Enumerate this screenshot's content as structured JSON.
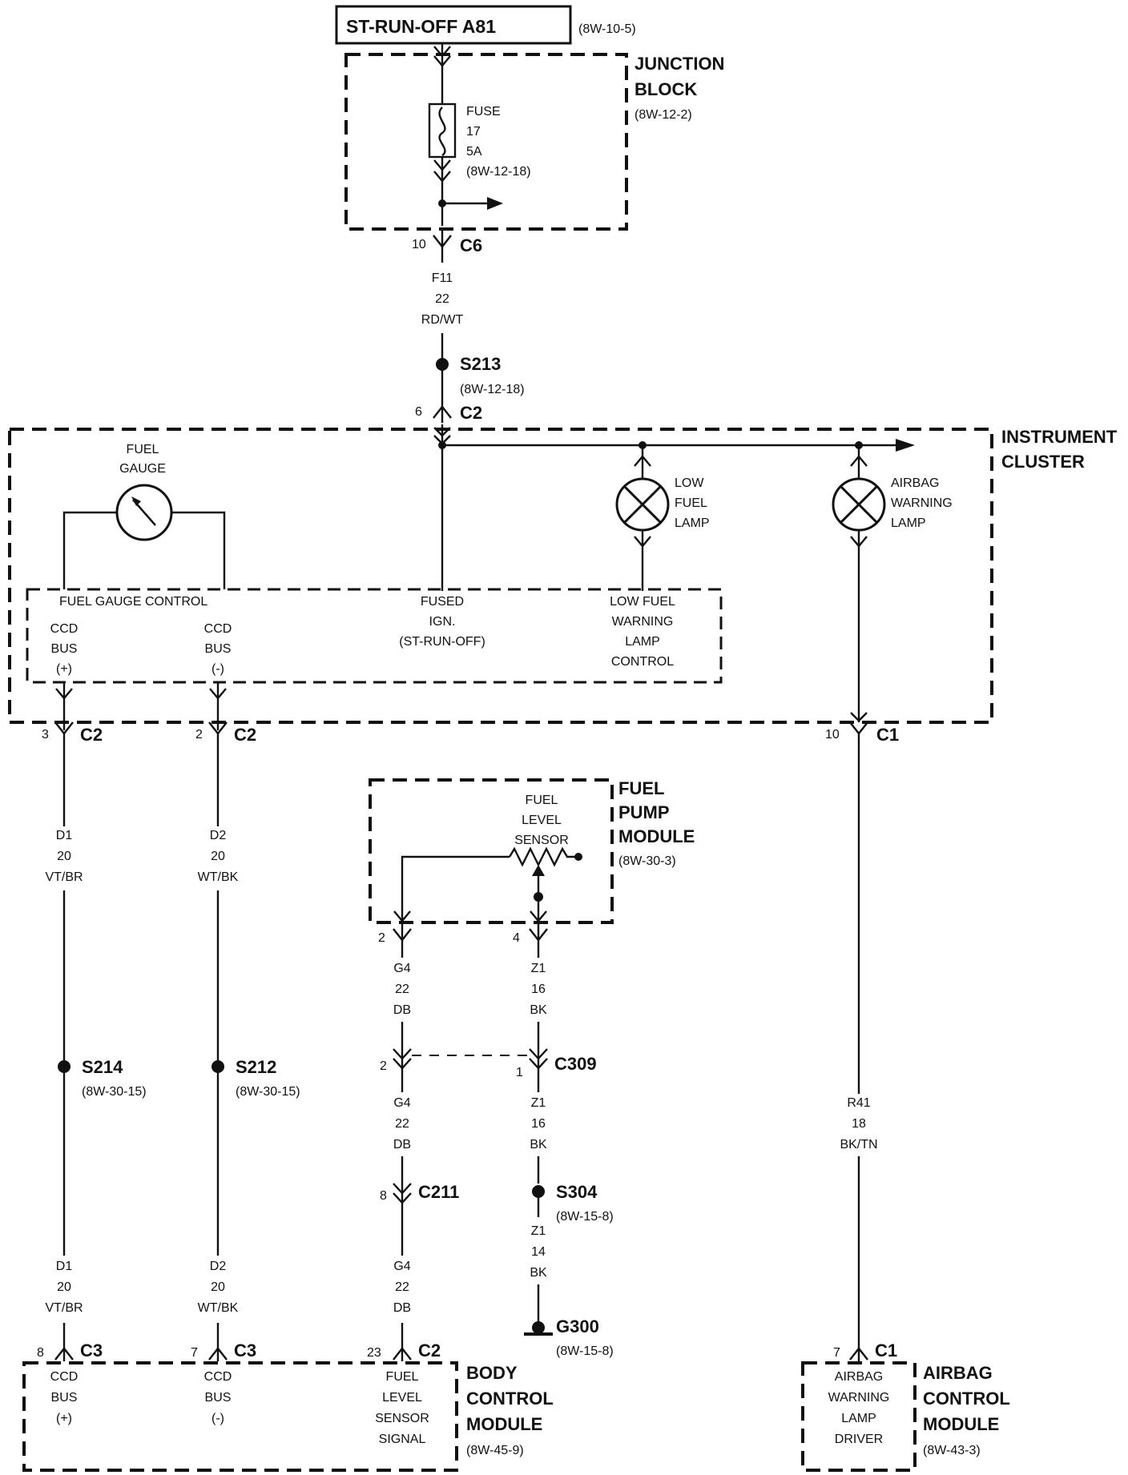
{
  "header": {
    "title": "ST-RUN-OFF A81",
    "ref": "(8W-10-5)"
  },
  "junction_block": {
    "name_line1": "JUNCTION",
    "name_line2": "BLOCK",
    "ref": "(8W-12-2)",
    "fuse": [
      "FUSE",
      "17",
      "5A",
      "(8W-12-18)"
    ]
  },
  "connectors": {
    "c6": {
      "pin": "10",
      "name": "C6"
    },
    "c2_top": {
      "pin": "6",
      "name": "C2"
    },
    "c2_left1": {
      "pin": "3",
      "name": "C2"
    },
    "c2_left2": {
      "pin": "2",
      "name": "C2"
    },
    "c1_top": {
      "pin": "10",
      "name": "C1"
    },
    "fp_left": {
      "pin": "2"
    },
    "fp_right": {
      "pin": "4"
    },
    "c309_left": {
      "pin": "2"
    },
    "c309_right": {
      "pin": "1",
      "name": "C309"
    },
    "c211": {
      "pin": "8",
      "name": "C211"
    },
    "c3_left": {
      "pin": "8",
      "name": "C3"
    },
    "c3_right": {
      "pin": "7",
      "name": "C3"
    },
    "c2_bcm": {
      "pin": "23",
      "name": "C2"
    },
    "c1_acm": {
      "pin": "7",
      "name": "C1"
    }
  },
  "wires": {
    "f11": [
      "F11",
      "22",
      "RD/WT"
    ],
    "d1_top": [
      "D1",
      "20",
      "VT/BR"
    ],
    "d2_top": [
      "D2",
      "20",
      "WT/BK"
    ],
    "d1_bot": [
      "D1",
      "20",
      "VT/BR"
    ],
    "d2_bot": [
      "D2",
      "20",
      "WT/BK"
    ],
    "g4_a": [
      "G4",
      "22",
      "DB"
    ],
    "g4_b": [
      "G4",
      "22",
      "DB"
    ],
    "g4_c": [
      "G4",
      "22",
      "DB"
    ],
    "z1_a": [
      "Z1",
      "16",
      "BK"
    ],
    "z1_b": [
      "Z1",
      "16",
      "BK"
    ],
    "z1_c": [
      "Z1",
      "14",
      "BK"
    ],
    "r41": [
      "R41",
      "18",
      "BK/TN"
    ]
  },
  "splices": {
    "s213": {
      "name": "S213",
      "ref": "(8W-12-18)"
    },
    "s214": {
      "name": "S214",
      "ref": "(8W-30-15)"
    },
    "s212": {
      "name": "S212",
      "ref": "(8W-30-15)"
    },
    "s304": {
      "name": "S304",
      "ref": "(8W-15-8)"
    },
    "g300": {
      "name": "G300",
      "ref": "(8W-15-8)"
    }
  },
  "instrument_cluster": {
    "name_line1": "INSTRUMENT",
    "name_line2": "CLUSTER",
    "fuel_gauge": [
      "FUEL",
      "GAUGE"
    ],
    "low_fuel_lamp": [
      "LOW",
      "FUEL",
      "LAMP"
    ],
    "airbag_lamp": [
      "AIRBAG",
      "WARNING",
      "LAMP"
    ],
    "fuel_gauge_control": "FUEL GAUGE CONTROL",
    "ccd_bus_plus": [
      "CCD",
      "BUS",
      "(+)"
    ],
    "ccd_bus_minus": [
      "CCD",
      "BUS",
      "(-)"
    ],
    "fused_ign": [
      "FUSED",
      "IGN.",
      "(ST-RUN-OFF)"
    ],
    "low_fuel_warning": [
      "LOW FUEL",
      "WARNING",
      "LAMP",
      "CONTROL"
    ]
  },
  "fuel_pump_module": {
    "name": [
      "FUEL",
      "PUMP",
      "MODULE"
    ],
    "ref": "(8W-30-3)",
    "sensor": [
      "FUEL",
      "LEVEL",
      "SENSOR"
    ]
  },
  "body_control_module": {
    "name": [
      "BODY",
      "CONTROL",
      "MODULE"
    ],
    "ref": "(8W-45-9)",
    "ccd_bus_plus": [
      "CCD",
      "BUS",
      "(+)"
    ],
    "ccd_bus_minus": [
      "CCD",
      "BUS",
      "(-)"
    ],
    "fuel_level": [
      "FUEL",
      "LEVEL",
      "SENSOR",
      "SIGNAL"
    ]
  },
  "airbag_control_module": {
    "name": [
      "AIRBAG",
      "CONTROL",
      "MODULE"
    ],
    "ref": "(8W-43-3)",
    "driver": [
      "AIRBAG",
      "WARNING",
      "LAMP",
      "DRIVER"
    ]
  }
}
